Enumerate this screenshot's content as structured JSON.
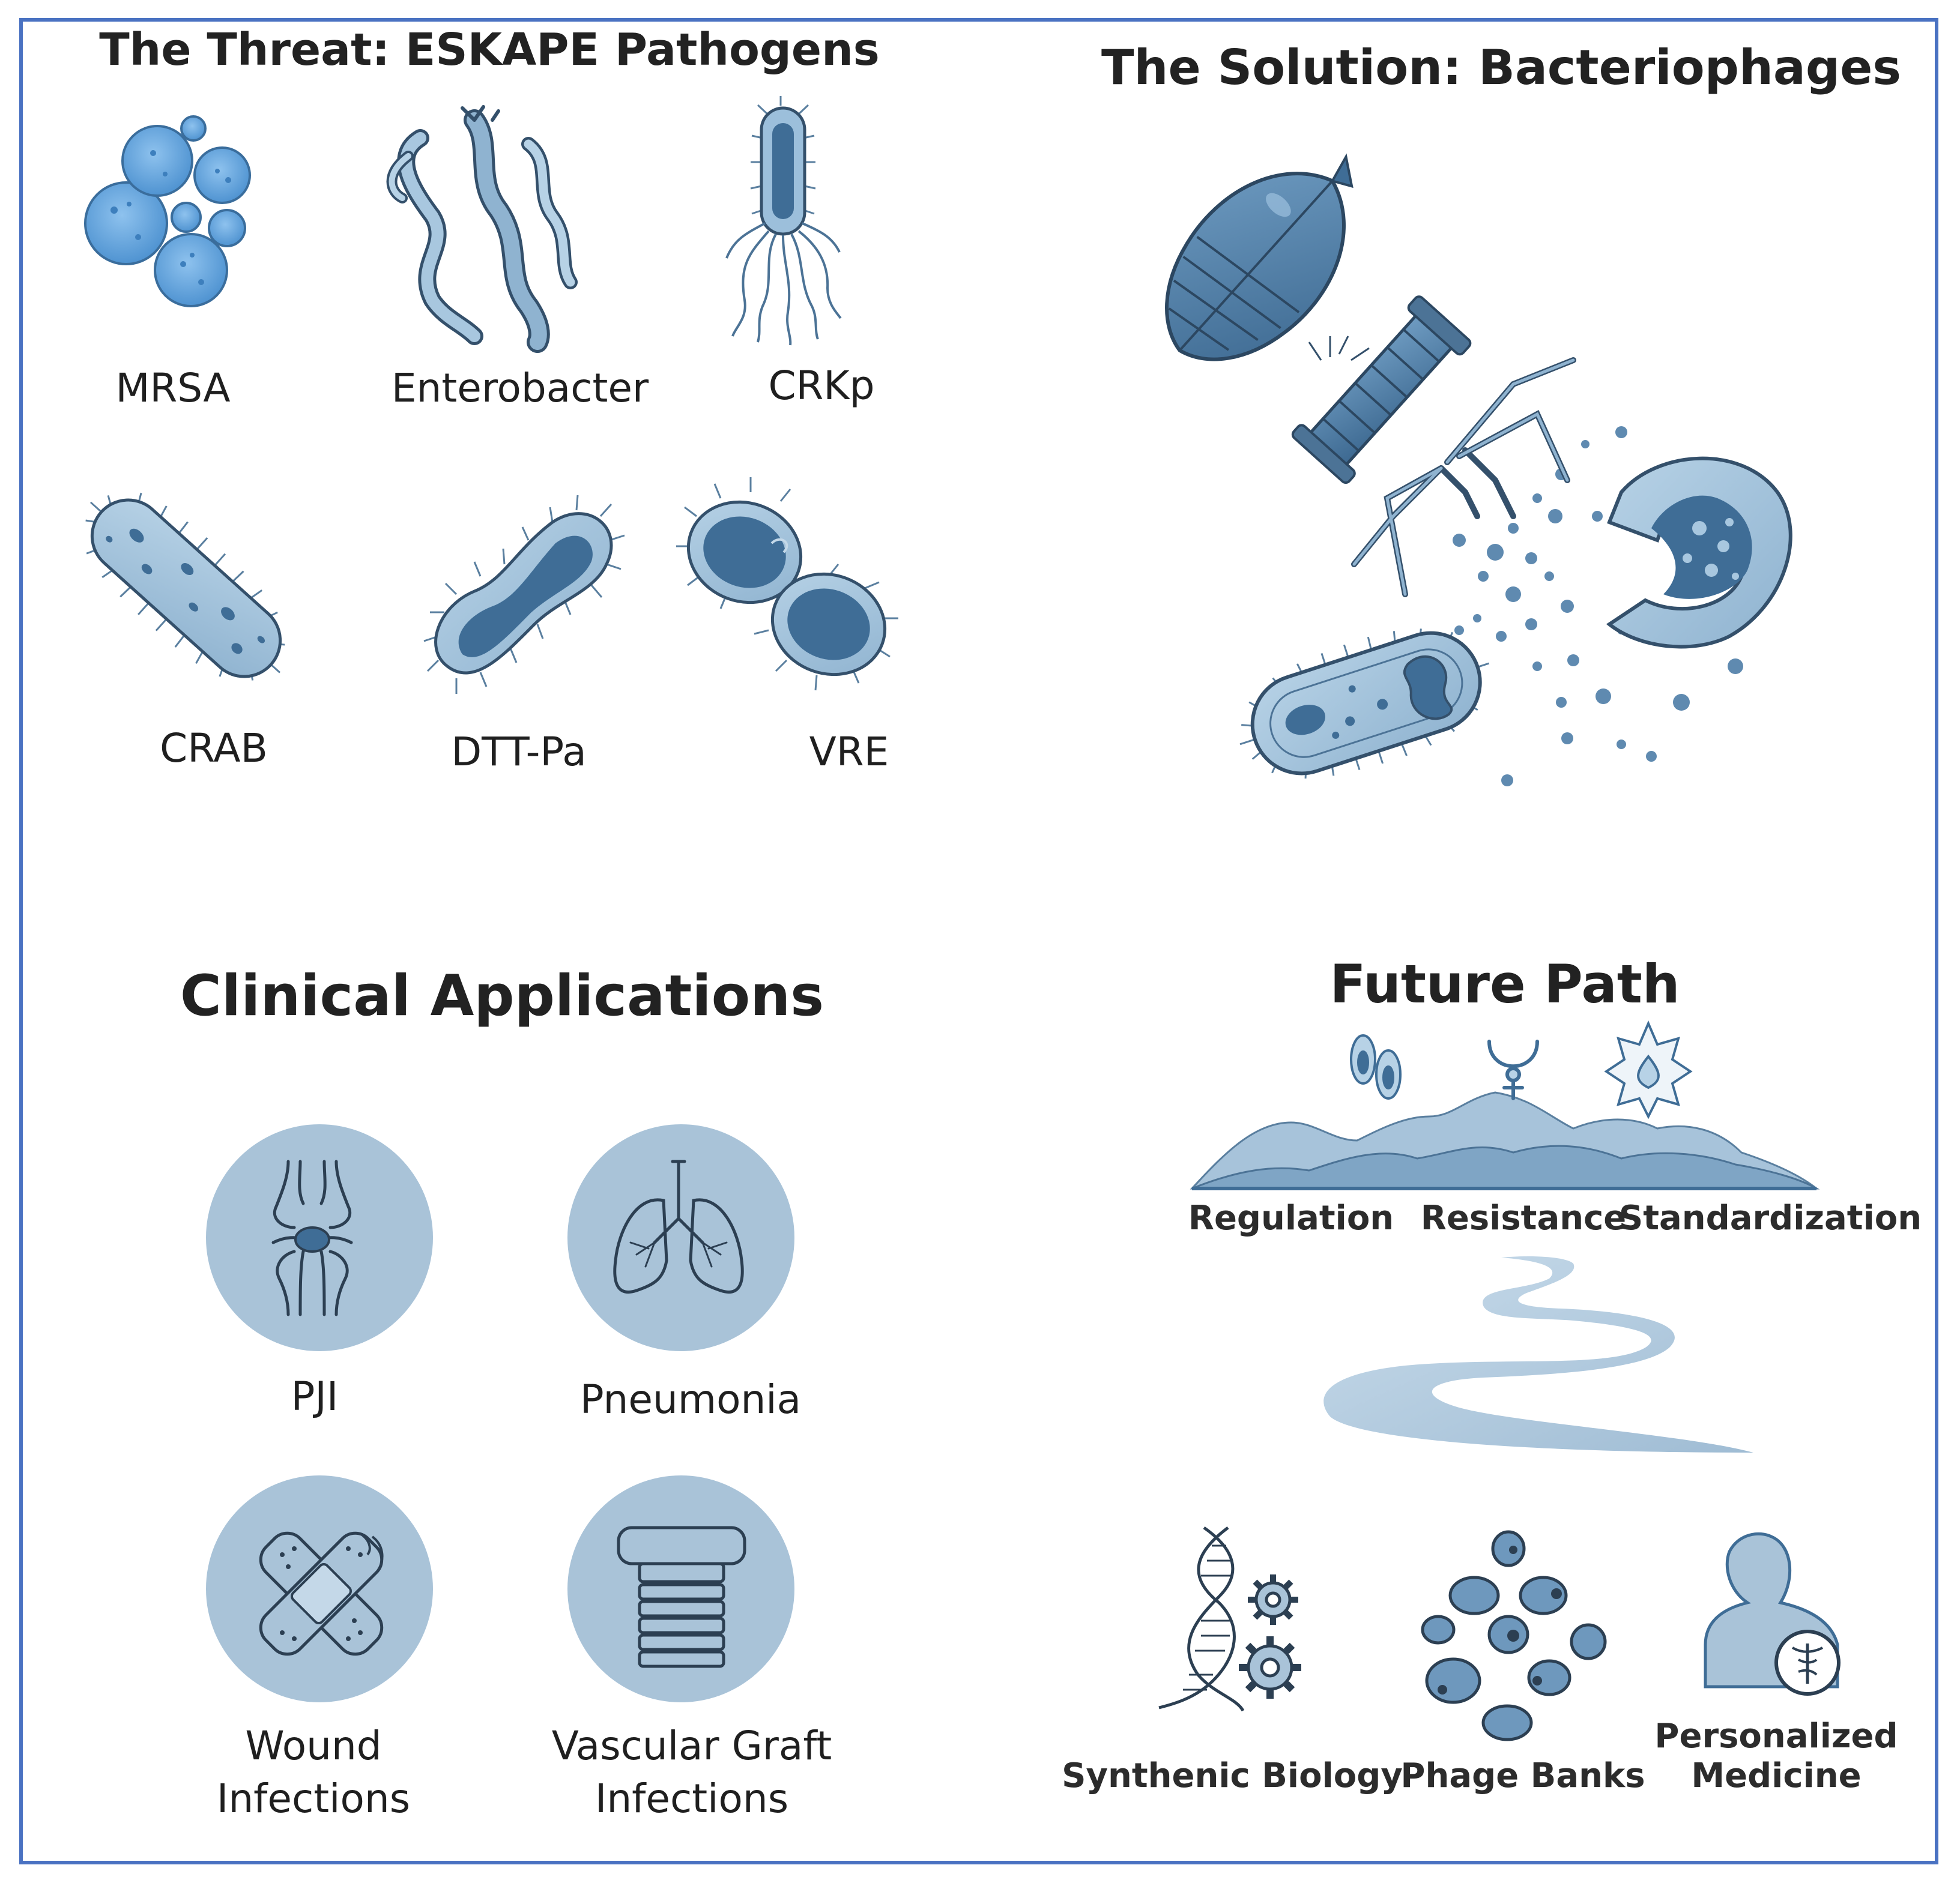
{
  "threat": {
    "title": "The Threat: ESKAPE Pathogens",
    "pathogens": [
      "MRSA",
      "Enterobacter",
      "CRKp",
      "CRAB",
      "DTT-Pa",
      "VRE"
    ]
  },
  "solution": {
    "title": "The Solution: Bacteriophages"
  },
  "clinical": {
    "title": "Clinical Applications",
    "items": [
      {
        "line1": "PJI",
        "line2": ""
      },
      {
        "line1": "Pneumonia",
        "line2": ""
      },
      {
        "line1": "Wound",
        "line2": "Infections"
      },
      {
        "line1": "Vascular Graft",
        "line2": "Infections"
      }
    ]
  },
  "future": {
    "title": "Future Path",
    "challenges": [
      "Regulation",
      "Resistance",
      "Standardization"
    ],
    "directions": [
      {
        "line1": "Synthenic Biology",
        "line2": ""
      },
      {
        "line1": "Phage Banks",
        "line2": ""
      },
      {
        "line1": "Personalized",
        "line2": "Medicine"
      }
    ]
  },
  "colors": {
    "border": "#4a72c2",
    "bacteria_light": "#9cbfdb",
    "bacteria_dark": "#3f6d96",
    "outline": "#34506b",
    "circle_fill": "#a9c3d8",
    "mrsa_blue": "#5ea1dc"
  }
}
